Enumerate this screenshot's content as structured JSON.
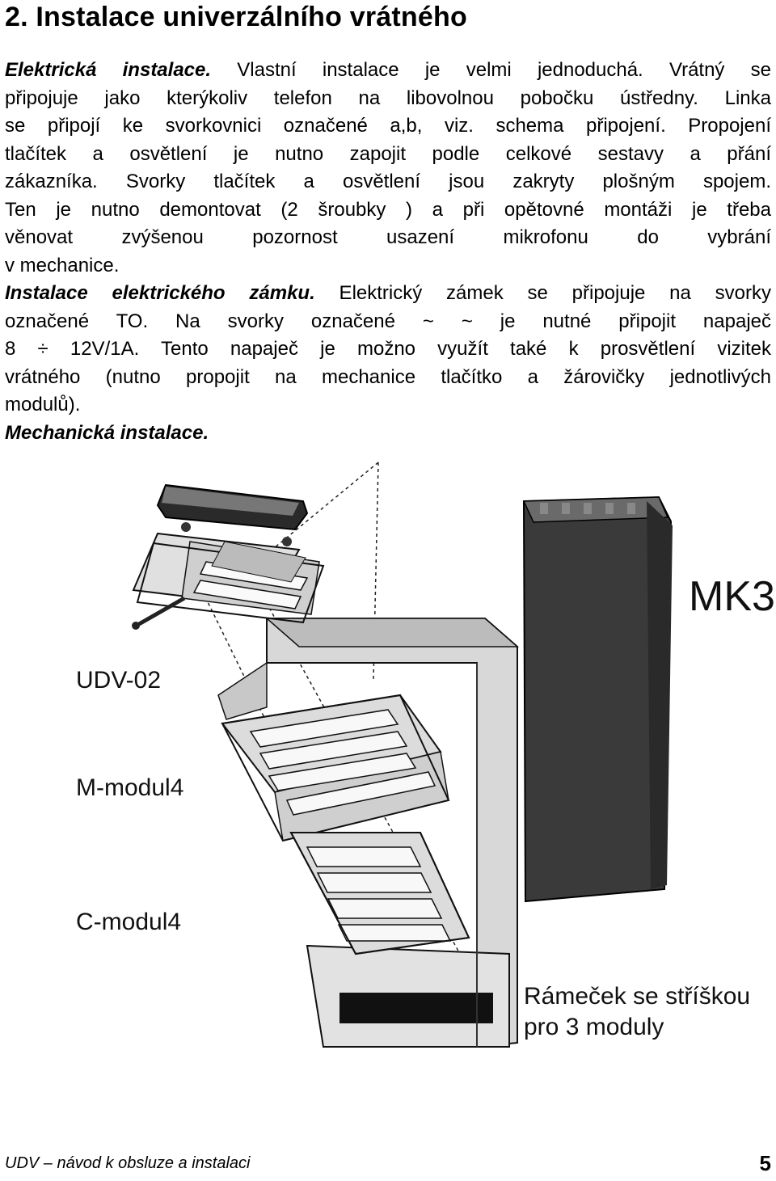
{
  "heading": "2. Instalace univerzálního vrátného",
  "body": {
    "l1_bold": "Elektrická instalace.",
    "l1_rest": " Vlastní instalace je velmi jednoduchá. Vrátný se",
    "l2": "připojuje jako kterýkoliv telefon na libovolnou pobočku ústředny. Linka",
    "l3": "se připojí ke svorkovnici označené a,b, viz. schema připojení. Propojení",
    "l4": "tlačítek a osvětlení je nutno zapojit podle celkové sestavy a přání",
    "l5": "zákazníka. Svorky tlačítek a osvětlení jsou zakryty plošným spojem.",
    "l6": "Ten je nutno demontovat (2 šroubky ) a při opětovné montáži je třeba",
    "l7": "věnovat zvýšenou pozornost usazení mikrofonu do vybrání",
    "l8": "v mechanice.",
    "l9_bold": "Instalace elektrického zámku.",
    "l9_rest": " Elektrický zámek se připojuje na svorky",
    "l10": "označené TO. Na svorky označené ~ ~ je nutné připojit napaječ",
    "l11": "8 ÷ 12V/1A. Tento napaječ je možno využít také k prosvětlení vizitek",
    "l12": "vrátného (nutno propojit na mechanice tlačítko a žárovičky jednotlivých",
    "l13": "modulů).",
    "l14_bold": "Mechanická instalace."
  },
  "figure": {
    "label_mk3": "MK3",
    "label_udv": "UDV-02",
    "label_mmod": "M-modul4",
    "label_cmod": "C-modul4",
    "label_frame_1": "Rámeček se stříškou",
    "label_frame_2": "pro 3 moduly"
  },
  "footer": {
    "title": "UDV – návod k obsluze a instalaci",
    "page_number": "5"
  }
}
